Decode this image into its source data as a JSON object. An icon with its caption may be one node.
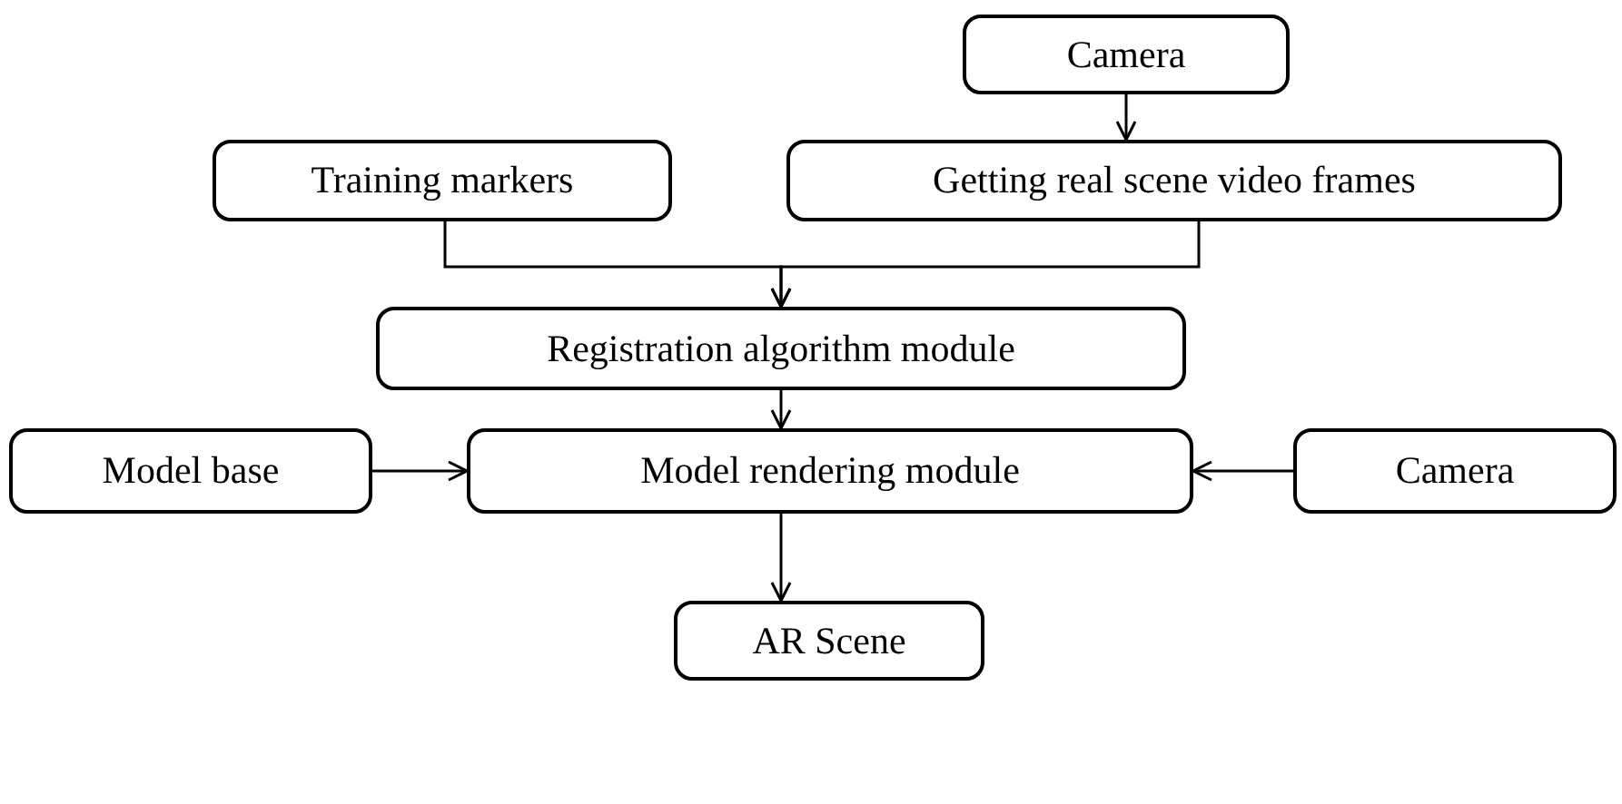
{
  "diagram": {
    "nodes": [
      {
        "text": [
          "Camera"
        ]
      },
      {
        "text": [
          "Training markers"
        ]
      },
      {
        "text": [
          "Getting real scene video frames"
        ]
      },
      {
        "text": [
          "Registration algorithm module"
        ]
      },
      {
        "text": [
          "Model base"
        ]
      },
      {
        "text": [
          "Model rendering module"
        ]
      },
      {
        "text": [
          "Camera"
        ]
      },
      {
        "text": [
          "AR Scene"
        ]
      }
    ],
    "edges": [
      {
        "from": 0,
        "to": 2,
        "arrow": "to"
      },
      {
        "from": 1,
        "to": 3,
        "arrow": "to"
      },
      {
        "from": 2,
        "to": 3,
        "arrow": "to"
      },
      {
        "from": 3,
        "to": 5,
        "arrow": "to"
      },
      {
        "from": 4,
        "to": 5,
        "arrow": "to"
      },
      {
        "from": 6,
        "to": 5,
        "arrow": "to"
      },
      {
        "from": 5,
        "to": 7,
        "arrow": "to"
      }
    ]
  }
}
